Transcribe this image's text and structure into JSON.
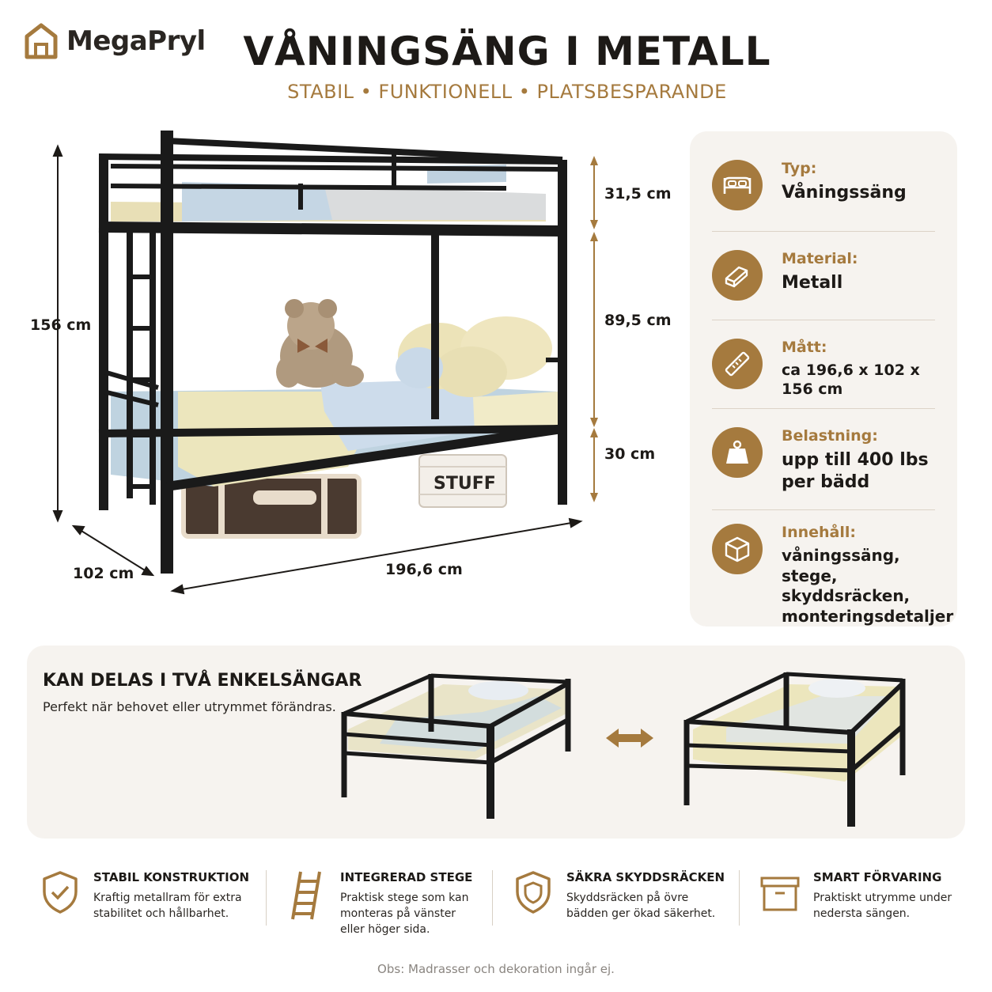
{
  "brand": {
    "name": "MegaPryl",
    "icon": "house-icon"
  },
  "header": {
    "title": "VÅNINGSÄNG I METALL",
    "subtitle": "STABIL • FUNKTIONELL • PLATSBESPARANDE"
  },
  "dimensions": {
    "total_height": "156 cm",
    "top_rail": "31,5 cm",
    "between_beds": "89,5 cm",
    "bottom_clearance": "30 cm",
    "width": "102 cm",
    "length": "196,6 cm"
  },
  "specs": [
    {
      "icon": "bed-icon",
      "label": "Typ:",
      "value": "Våningssäng"
    },
    {
      "icon": "beams-icon",
      "label": "Material:",
      "value": "Metall"
    },
    {
      "icon": "ruler-icon",
      "label": "Mått:",
      "value": "ca 196,6 x 102 x 156 cm"
    },
    {
      "icon": "weight-icon",
      "label": "Belastning:",
      "value": "upp till 400 lbs per bädd"
    },
    {
      "icon": "box-icon",
      "label": "Innehåll:",
      "value": "våningssäng, stege, skyddsräcken, monteringsdetaljer"
    }
  ],
  "split": {
    "title": "KAN DELAS I TVÅ ENKELSÄNGAR",
    "description": "Perfekt när behovet eller utrymmet förändras.",
    "arrow_icon": "double-arrow-icon"
  },
  "features": [
    {
      "icon": "shield-check-icon",
      "title": "STABIL KONSTRUKTION",
      "desc": "Kraftig metallram för extra stabilitet och hållbarhet."
    },
    {
      "icon": "ladder-icon",
      "title": "INTEGRERAD STEGE",
      "desc": "Praktisk stege som kan monteras på vänster eller höger sida."
    },
    {
      "icon": "shield-icon",
      "title": "SÄKRA SKYDDSRÄCKEN",
      "desc": "Skyddsräcken på övre bädden ger ökad säkerhet."
    },
    {
      "icon": "storage-box-icon",
      "title": "SMART FÖRVARING",
      "desc": "Praktiskt utrymme under nedersta sängen."
    }
  ],
  "stuff_label": "STUFF",
  "footnote": "Obs: Madrasser och dekoration ingår ej.",
  "colors": {
    "accent": "#a57a3e",
    "panel": "#f6f3ef",
    "frame": "#1a1a1a"
  }
}
